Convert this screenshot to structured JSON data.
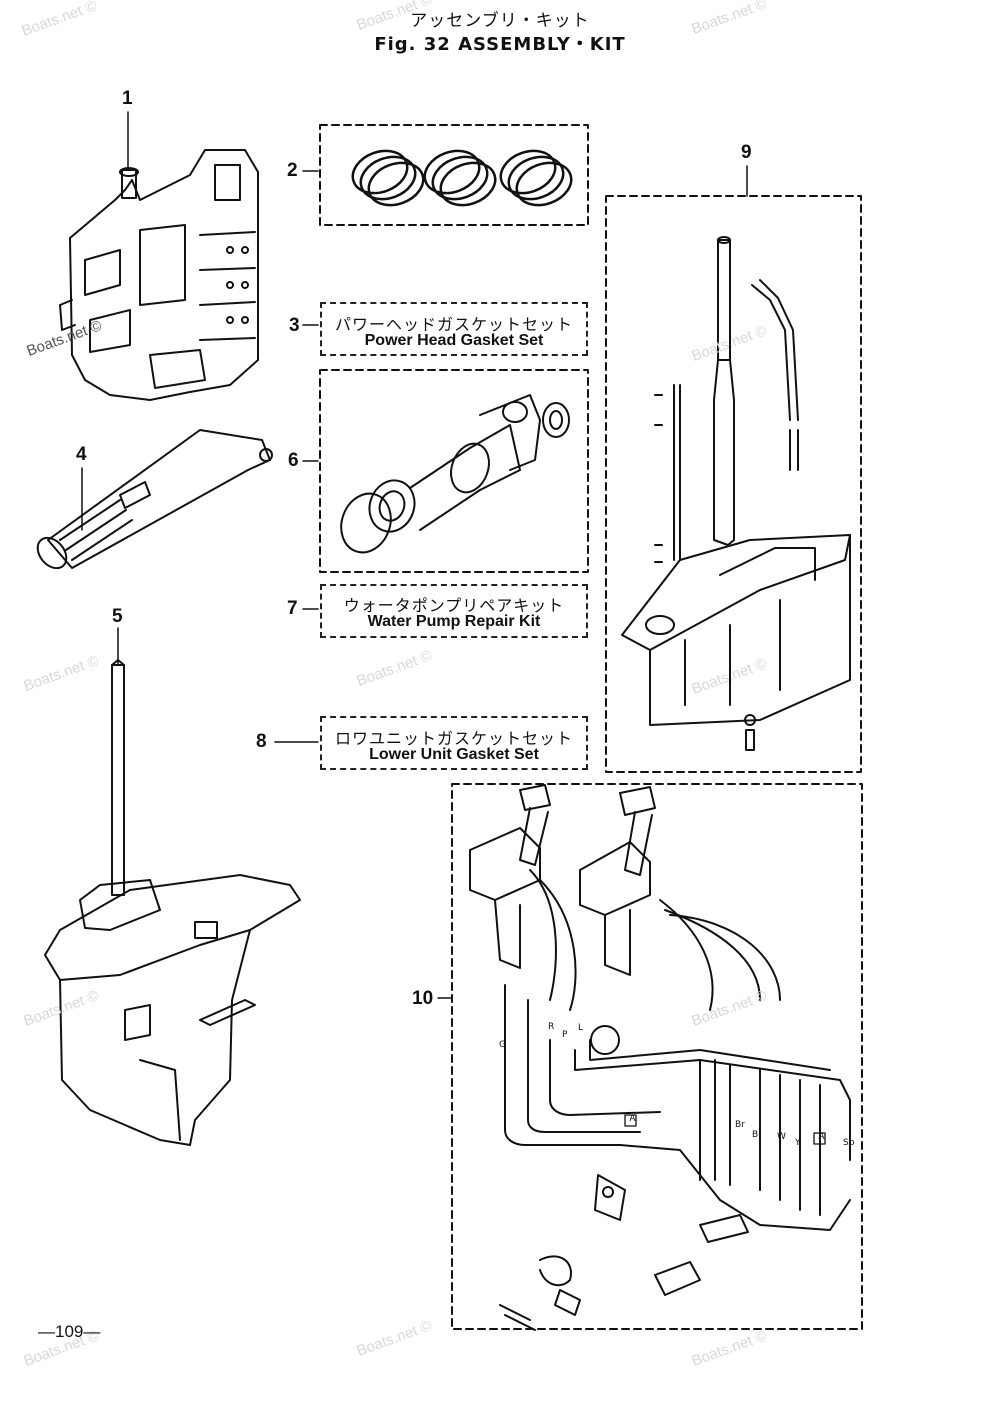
{
  "header": {
    "title_jp": "アッセンブリ・キット",
    "title_en": "Fig. 32   ASSEMBLY・KIT"
  },
  "callouts": [
    "1",
    "2",
    "3",
    "4",
    "5",
    "6",
    "7",
    "8",
    "9",
    "10"
  ],
  "kits": {
    "kit3": {
      "jp": "パワーヘッドガスケットセット",
      "en": "Power Head Gasket Set"
    },
    "kit7": {
      "jp": "ウォータポンプリペアキット",
      "en": "Water Pump Repair Kit"
    },
    "kit8": {
      "jp": "ロワユニットガスケットセット",
      "en": "Lower Unit Gasket Set"
    }
  },
  "wire_labels": [
    "G",
    "R",
    "P",
    "L",
    "Sb",
    "B",
    "W",
    "Y",
    "Br"
  ],
  "connector_letter": "A",
  "watermark": "Boats.net ©",
  "page_number": "—109—"
}
